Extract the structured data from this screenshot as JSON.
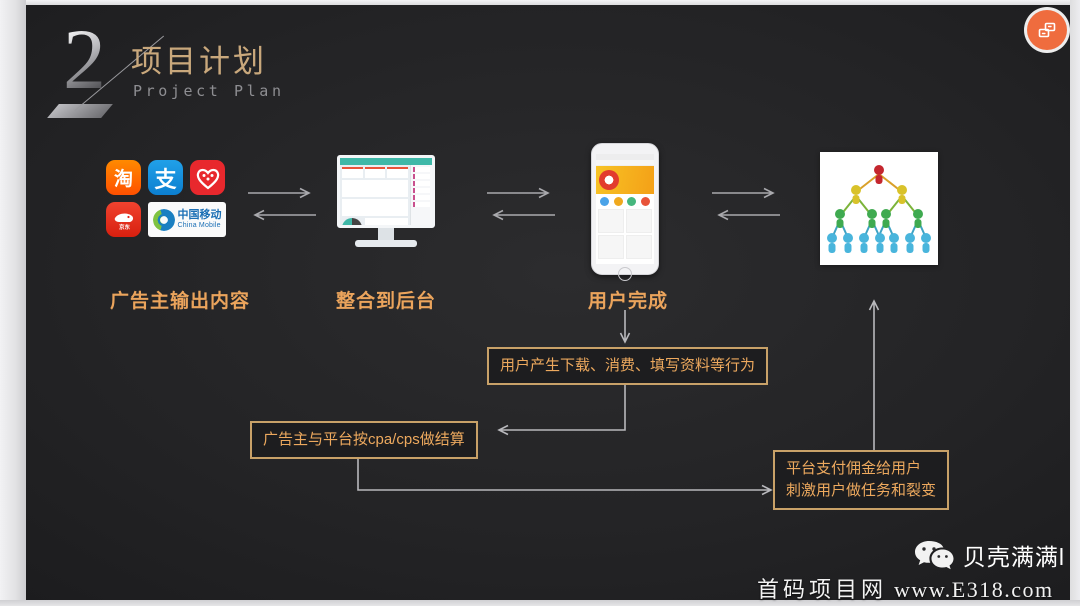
{
  "slide": {
    "number": "2",
    "title_cn": "项目计划",
    "title_en": "Project Plan",
    "background_color": "#242426",
    "accent_color": "#eba45c",
    "border_color": "#c8a168"
  },
  "corner_badge": {
    "icon": "card-transfer-icon",
    "color": "#ef6c3e"
  },
  "stages": [
    {
      "label": "广告主输出内容",
      "visual": "brand-logos"
    },
    {
      "label": "整合到后台",
      "visual": "desktop-monitor-dashboard"
    },
    {
      "label": "用户完成",
      "visual": "smartphone-shopping-app"
    },
    {
      "label": "",
      "visual": "network-pyramid-diagram"
    }
  ],
  "brand_logos": [
    {
      "name": "taobao",
      "glyph": "淘",
      "color": "#ff6a00"
    },
    {
      "name": "alipay",
      "glyph": "支",
      "color": "#1296db"
    },
    {
      "name": "heart",
      "glyph": "♥",
      "color": "#e8282d"
    },
    {
      "name": "jd",
      "glyph": "",
      "color": "#e1251b"
    },
    {
      "name": "china-mobile",
      "text_cn": "中国移动",
      "text_en": "China Mobile",
      "color": "#1b6fb5"
    }
  ],
  "callouts": [
    {
      "id": "user-actions",
      "text": "用户产生下载、消费、填写资料等行为"
    },
    {
      "id": "settlement",
      "text": "广告主与平台按cpa/cps做结算"
    },
    {
      "id": "commission",
      "line1": "平台支付佣金给用户",
      "line2": "刺激用户做任务和裂变"
    }
  ],
  "watermarks": {
    "wechat_icon": "wechat-icon",
    "wechat_name": "贝壳满满l",
    "site_cn": "首码项目网",
    "site_url": "www.E318.com"
  }
}
